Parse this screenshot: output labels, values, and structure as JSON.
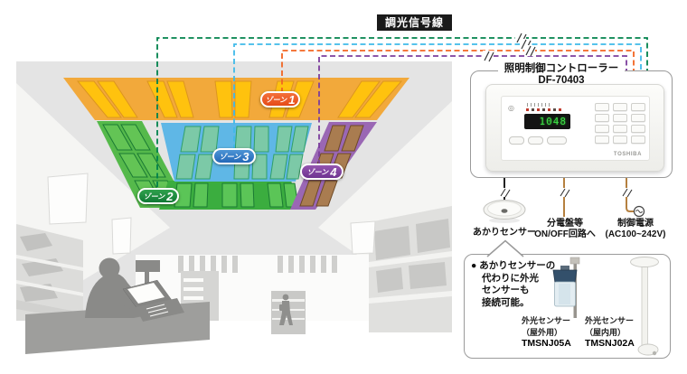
{
  "top_label": {
    "text": "調光信号線"
  },
  "signal_lines": {
    "zone1_color": "#F26522",
    "zone2_color": "#00824C",
    "zone3_color": "#3FB9E9",
    "zone4_color": "#7C3E9D"
  },
  "zones": [
    {
      "label": "ゾーン",
      "num": "1",
      "pill_color": "#E8541D",
      "band_color": "#F2A93B",
      "panel_color": "#FFC20E"
    },
    {
      "label": "ゾーン",
      "num": "2",
      "pill_color": "#157F3C",
      "band_color": "#55B94B",
      "panel_color": "#63C455"
    },
    {
      "label": "ゾーン",
      "num": "3",
      "pill_color": "#2F7EC7",
      "band_color": "#5FB7E6",
      "panel_color": "#7ECBA4"
    },
    {
      "label": "ゾーン",
      "num": "4",
      "pill_color": "#7A3E98",
      "band_color": "#9A67B4",
      "panel_color": "#A97C50"
    }
  ],
  "controller": {
    "title": "照明制御コントローラー",
    "model": "DF-70403",
    "brand": "TOSHIBA",
    "display_value": "1048"
  },
  "connections": {
    "light_sensor": "あかりセンサー",
    "distribution_l1": "分電盤等",
    "distribution_l2": "ON/OFF回路へ",
    "power_l1": "制御電源",
    "power_l2": "(AC100~242V)"
  },
  "note_box": {
    "lines": [
      "● あかりセンサーの",
      "代わりに外光",
      "センサーも",
      "接続可能。"
    ],
    "outdoor": {
      "name": "外光センサー",
      "usage": "（屋外用）",
      "model": "TMSNJ05A"
    },
    "indoor": {
      "name": "外光センサー",
      "usage": "（屋内用）",
      "model": "TMSNJ02A"
    }
  }
}
